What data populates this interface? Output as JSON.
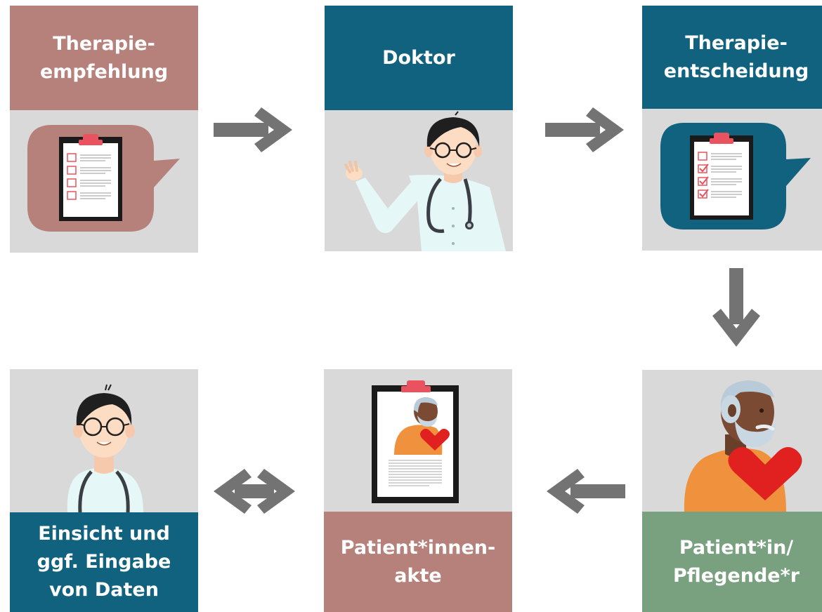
{
  "colors": {
    "rose": "#b5817a",
    "teal": "#10627e",
    "green": "#79a07f",
    "panel": "#d9d9d9",
    "arrow": "#737373"
  },
  "cards": {
    "therapy_recommendation": {
      "label": "Therapie-\nempfehlung",
      "icon": "clipboard-checklist-icon"
    },
    "doctor": {
      "label": "Doktor",
      "icon": "doctor-icon"
    },
    "therapy_decision": {
      "label": "Therapie-\nentscheidung",
      "icon": "clipboard-checked-icon"
    },
    "patient_caregiver": {
      "label": "Patient*in/\nPflegende*r",
      "icon": "patient-heart-icon"
    },
    "patient_record": {
      "label": "Patient*innen-\nakte",
      "icon": "patient-record-icon"
    },
    "insight_entry": {
      "label": "Einsicht und\nggf. Eingabe\nvon Daten",
      "icon": "doctor-icon"
    }
  },
  "arrows": {
    "a1": "arrow-right-icon",
    "a2": "arrow-right-icon",
    "a3": "arrow-down-icon",
    "a4": "arrow-left-icon",
    "a5": "double-arrow-icon"
  }
}
